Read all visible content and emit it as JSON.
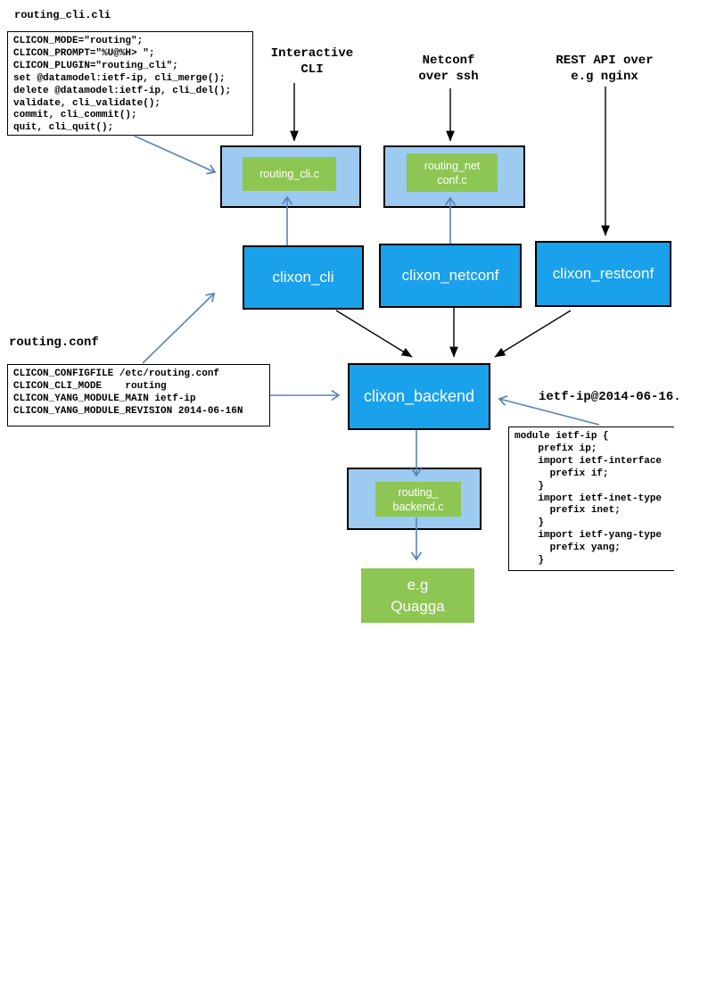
{
  "diagram": {
    "cli_file": {
      "title": "routing_cli.cli",
      "code": [
        "CLICON_MODE=\"routing\";",
        "CLICON_PROMPT=\"%U@%H> \";",
        "CLICON_PLUGIN=\"routing_cli\";",
        "set @datamodel:ietf-ip, cli_merge();",
        "delete @datamodel:ietf-ip, cli_del();",
        "validate, cli_validate();",
        "commit, cli_commit();",
        "quit, cli_quit();"
      ]
    },
    "conf_file": {
      "title": "routing.conf",
      "code": [
        "CLICON_CONFIGFILE /etc/routing.conf",
        "CLICON_CLI_MODE    routing",
        "CLICON_YANG_MODULE_MAIN ietf-ip",
        "CLICON_YANG_MODULE_REVISION 2014-06-16N"
      ]
    },
    "yang_file": {
      "label": "ietf-ip@2014-06-16.",
      "code": [
        "module ietf-ip {",
        "    prefix ip;",
        "    import ietf-interface",
        "      prefix if;",
        "    }",
        "    import ietf-inet-type",
        "      prefix inet;",
        "    }",
        "    import ietf-yang-type",
        "      prefix yang;",
        "    }"
      ]
    },
    "interfaces": {
      "cli": [
        "Interactive",
        "CLI"
      ],
      "netconf": [
        "Netconf",
        "over ssh"
      ],
      "restconf": [
        "REST API over",
        "e.g nginx"
      ]
    },
    "plugins": {
      "cli": "routing_cli.c",
      "netconf": [
        "routing_net",
        "conf.c"
      ],
      "backend": [
        "routing_",
        "backend.c"
      ]
    },
    "processes": {
      "cli": "clixon_cli",
      "netconf": "clixon_netconf",
      "restconf": "clixon_restconf",
      "backend": "clixon_backend"
    },
    "external": {
      "quagga": [
        "e.g",
        "Quagga"
      ]
    },
    "colors": {
      "process_blue": "#19A1EC",
      "plugin_light_blue": "#9CCAF0",
      "green": "#8DC653",
      "arrow_blue": "#5B84B5",
      "arrow_black": "#000000"
    }
  }
}
